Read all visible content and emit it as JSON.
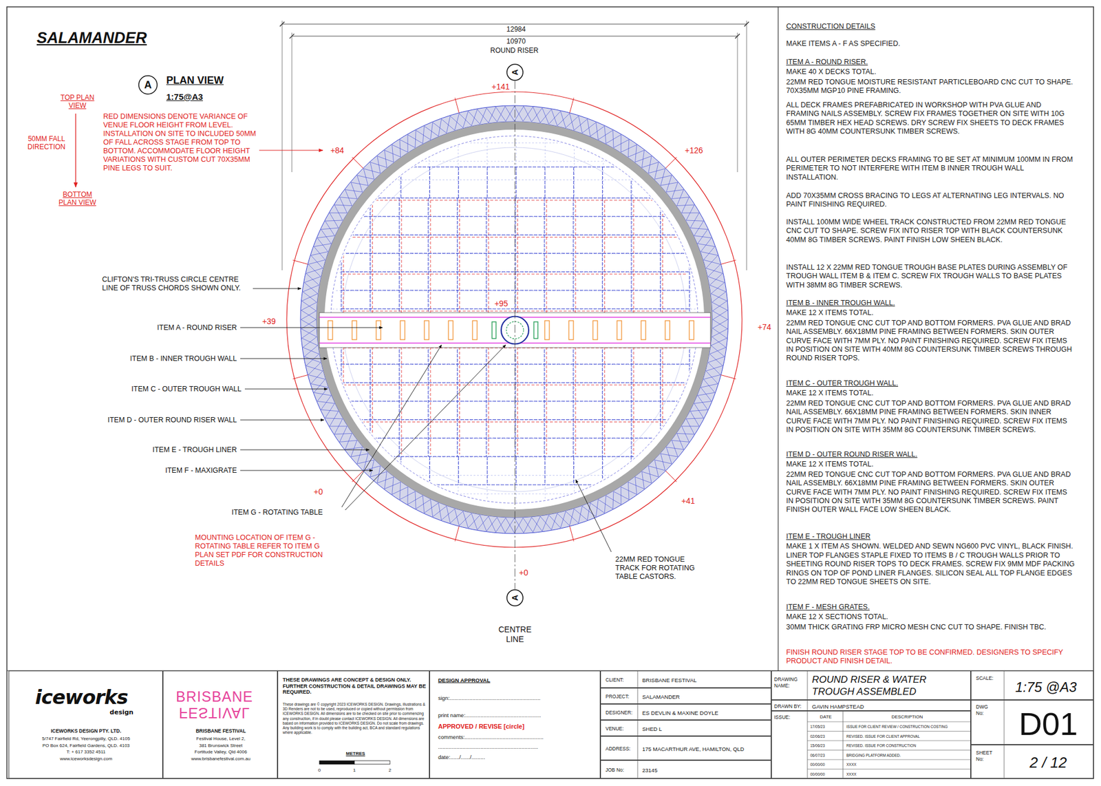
{
  "diagram": {
    "title": "SALAMANDER",
    "nodes": [
      {
        "text": [
          "A",
          "PLAN VIEW",
          "1:75@A3"
        ]
      },
      {
        "text": [
          "A"
        ]
      },
      {
        "text": [
          "A"
        ]
      },
      {
        "text": [
          "iceworks",
          "design",
          "ICEWORKS DESIGN PTY. LTD.",
          "5/747 Fairfield Rd, Yeerongpilly, QLD. 4105",
          "PO Box 624, Fairfield Gardens, QLD. 4103",
          "T: + 617 3352 4511",
          "www.iceworksdesign.com"
        ]
      },
      {
        "text": [
          "BRISBANE",
          "FESTIVAL",
          "BRISBANE FESTIVAL",
          "Festival House, Level 2,",
          "381 Brunswick Street",
          "Fortitude Valley, Qld 4006",
          "www.brisbanefestival.com.au"
        ]
      },
      {
        "text": [
          "THESE DRAWINGS ARE CONCEPT & DESIGN ONLY. FURTHER CONSTRUCTION & DETAIL DRAWINGS MAY BE REQUIRED.",
          "These drawings are © copyright 2023 ICEWORKS DESIGN. Drawings, illustrations & 3D Renders are not to be used, reproduced or copied without permission from ICEWORKS DESIGN. All dimensions are to be checked on site prior to commencing any construction, if in doubt please contact ICEWORKS DESIGN. All dimensions are based on information provided to ICEWORKS DESIGN. Do not scale from drawings. Any building work is to comply with the building act, BCA and standard regulations where applicable."
        ]
      },
      {
        "text": [
          "DESIGN APPROVAL",
          "sign:............................................................",
          "print name:..................................................",
          "APPROVED / REVISE [circle]",
          "comments:....................................................",
          "..................................................................",
          "date:....../....../........."
        ]
      },
      {
        "text": [
          "CLIENT:",
          "BRISBANE FESTIVAL"
        ]
      },
      {
        "text": [
          "PROJECT:",
          "SALAMANDER"
        ]
      },
      {
        "text": [
          "DESIGNER:",
          "ES DEVLIN & MAXINE DOYLE"
        ]
      },
      {
        "text": [
          "VENUE:",
          "SHED L"
        ]
      },
      {
        "text": [
          "ADDRESS:",
          "175 MACARTHUR AVE, HAMILTON, QLD"
        ]
      },
      {
        "text": [
          "JOB No:",
          "23145"
        ]
      },
      {
        "text": [
          "DRAWING NAME:",
          "ROUND RISER & WATER TROUGH ASSEMBLED"
        ]
      },
      {
        "text": [
          "DRAWN BY:",
          "GAVIN HAMPSTEAD"
        ]
      },
      {
        "text": [
          "ISSUE:",
          "DATE",
          "DESCRIPTION",
          "17/05/23",
          "ISSUE FOR CLIENT REVIEW / CONSTRUCTION COSTING",
          "02/06/23",
          "REVISED. ISSUE FOR CLIENT APPROVAL",
          "15/06/23",
          "REVISED. ISSUE FOR CONSTRUCTION",
          "06/07/23",
          "BRIDGING PLATFORM ADDED.",
          "00/00/00",
          "XXXX",
          "00/00/00",
          "XXXX"
        ]
      },
      {
        "text": [
          "SCALE:",
          "1:75 @A3"
        ]
      },
      {
        "text": [
          "DWG No:",
          "D01"
        ]
      },
      {
        "text": [
          "SHEET No:",
          "2 / 12"
        ]
      }
    ],
    "labels": [
      "TOP PLAN VIEW",
      "50MM FALL DIRECTION",
      "BOTTOM PLAN VIEW",
      "RED DIMENSIONS DENOTE VARIANCE OF VENUE FLOOR HEIGHT FROM LEVEL. INSTALLATION ON SITE TO INCLUDED 50MM OF FALL ACROSS STAGE FROM TOP TO BOTTOM. ACCOMMODATE FLOOR HEIGHT VARIATIONS WITH CUSTOM CUT 70X35MM PINE LEGS TO SUIT.",
      "12984",
      "10970",
      "ROUND RISER",
      "+141",
      "+84",
      "+126",
      "+39",
      "+95",
      "+74",
      "+0",
      "+41",
      "+0",
      "CLIFTON'S TRI-TRUSS CIRCLE CENTRE LINE OF TRUSS CHORDS SHOWN ONLY.",
      "ITEM A - ROUND RISER",
      "ITEM B - INNER TROUGH WALL",
      "ITEM C - OUTER TROUGH WALL",
      "ITEM D - OUTER ROUND RISER WALL",
      "ITEM E - TROUGH LINER",
      "ITEM F - MAXIGRATE",
      "ITEM G - ROTATING TABLE",
      "MOUNTING LOCATION OF ITEM G - ROTATING TABLE REFER TO ITEM G PLAN SET PDF FOR CONSTRUCTION DETAILS",
      "22MM RED TONGUE TRACK FOR ROTATING TABLE CASTORS.",
      "CENTRE LINE",
      "CONSTRUCTION DETAILS",
      "MAKE ITEMS A - F AS SPECIFIED.",
      "ITEM A - ROUND RISER.",
      "MAKE 40 X DECKS TOTAL.",
      "22MM RED TONGUE MOISTURE RESISTANT PARTICLEBOARD CNC CUT TO SHAPE. 70X35MM MGP10 PINE FRAMING.",
      "ALL DECK FRAMES PREFABRICATED IN WORKSHOP WITH PVA GLUE AND FRAMING NAILS ASSEMBLY. SCREW FIX FRAMES TOGETHER ON SITE WITH 10G 65MM TIMBER HEX HEAD SCREWS. DRY SCREW FIX SHEETS TO DECK FRAMES WITH 8G 40MM COUNTERSUNK TIMBER SCREWS.",
      "ALL OUTER PERIMETER DECKS FRAMING TO BE SET AT MINIMUM 100MM IN FROM PERIMETER TO NOT INTERFERE WITH ITEM B INNER TROUGH WALL INSTALLATION.",
      "ADD 70X35MM CROSS BRACING TO LEGS AT ALTERNATING LEG INTERVALS. NO PAINT FINISHING REQUIRED.",
      "INSTALL 100MM WIDE WHEEL TRACK CONSTRUCTED FROM 22MM RED TONGUE CNC CUT TO SHAPE. SCREW FIX INTO RISER TOP WITH BLACK COUNTERSUNK 40MM 8G TIMBER SCREWS. PAINT FINISH LOW SHEEN BLACK.",
      "INSTALL 12 X 22MM RED TONGUE TROUGH BASE PLATES DURING ASSEMBLY OF TROUGH WALL ITEM B & ITEM C. SCREW FIX TROUGH WALLS TO BASE PLATES WITH 38MM 8G TIMBER SCREWS.",
      "ITEM B - INNER TROUGH WALL.",
      "MAKE 12 X ITEMS TOTAL.",
      "22MM RED TONGUE CNC CUT TOP AND BOTTOM FORMERS. PVA GLUE AND BRAD NAIL ASSEMBLY. 66X18MM PINE FRAMING BETWEEN FORMERS. SKIN OUTER CURVE FACE WITH 7MM PLY. NO PAINT FINISHING REQUIRED. SCREW FIX ITEMS IN POSITION ON SITE WITH 40MM 8G COUNTERSUNK TIMBER SCREWS THROUGH ROUND RISER TOPS.",
      "ITEM C - OUTER TROUGH WALL.",
      "MAKE 12 X ITEMS TOTAL.",
      "22MM RED TONGUE CNC CUT TOP AND BOTTOM FORMERS. PVA GLUE AND BRAD NAIL ASSEMBLY. 66X18MM PINE FRAMING BETWEEN FORMERS. SKIN INNER CURVE FACE WITH 7MM PLY. NO PAINT FINISHING REQUIRED. SCREW FIX ITEMS IN POSITION ON SITE WITH 35MM 8G COUNTERSUNK TIMBER SCREWS.",
      "ITEM D - OUTER ROUND RISER WALL.",
      "MAKE 12 X ITEMS TOTAL.",
      "22MM RED TONGUE CNC CUT TOP AND BOTTOM FORMERS. PVA GLUE AND BRAD NAIL ASSEMBLY. 66X18MM PINE FRAMING BETWEEN FORMERS. SKIN OUTER CURVE FACE WITH 7MM PLY. NO PAINT FINISHING REQUIRED. SCREW FIX ITEMS IN POSITION ON SITE WITH 35MM 8G COUNTERSUNK TIMBER SCREWS. PAINT FINISH OUTER WALL FACE LOW SHEEN BLACK.",
      "ITEM E - TROUGH LINER",
      "MAKE 1 X ITEM AS SHOWN. WELDED AND SEWN NG600 PVC VINYL, BLACK FINISH. LINER TOP FLANGES STAPLE FIXED TO ITEMS B / C TROUGH WALLS PRIOR TO SHEETING ROUND RISER TOPS TO DECK FRAMES. SCREW FIX 9MM MDF PACKING RINGS ON TOP OF POND LINER FLANGES. SILICON SEAL ALL TOP FLANGE EDGES TO 22MM RED TONGUE SHEETS ON SITE.",
      "ITEM F - MESH GRATES.",
      "MAKE 12 X SECTIONS TOTAL.",
      "30MM THICK GRATING FRP MICRO MESH CNC CUT TO SHAPE. FINISH TBC.",
      "FINISH ROUND RISER STAGE TOP TO BE CONFIRMED. DESIGNERS TO SPECIFY PRODUCT AND FINISH DETAIL.",
      "METRES",
      "0",
      "1",
      "2"
    ]
  }
}
